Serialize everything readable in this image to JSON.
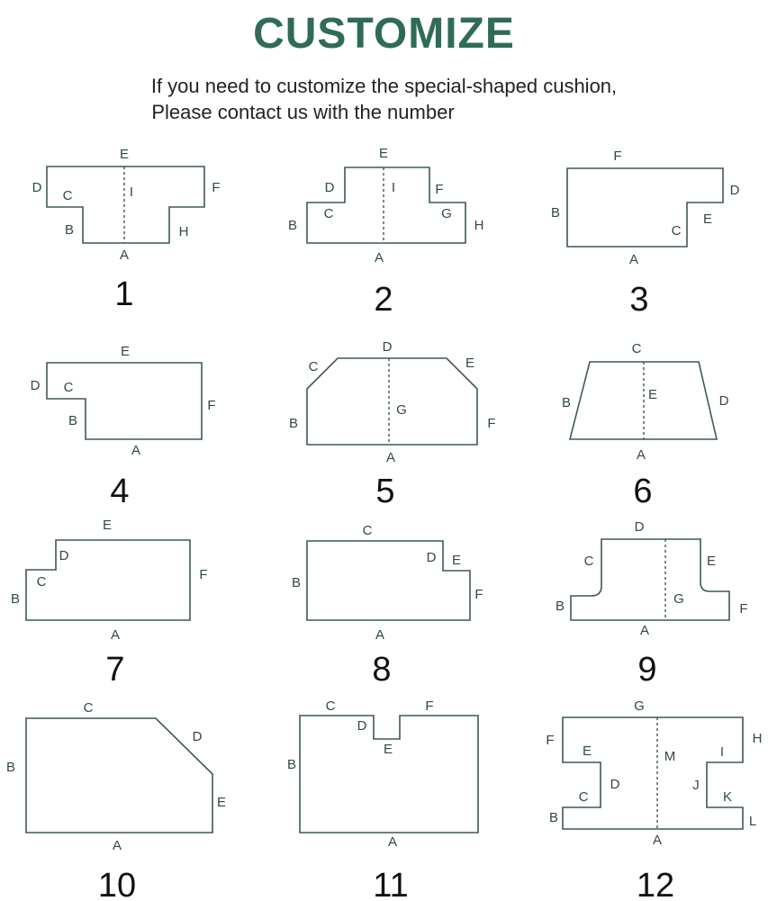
{
  "header": {
    "title": "CUSTOMIZE",
    "line1": "If you need to customize the special-shaped cushion,",
    "line2": "Please contact us with the number"
  },
  "colors": {
    "title": "#2f6b57",
    "outline": "#3e5a4c",
    "label": "#2f4a3d"
  },
  "shapes": [
    {
      "number": "1",
      "letters": [
        "A",
        "B",
        "C",
        "D",
        "E",
        "F",
        "H",
        "I"
      ]
    },
    {
      "number": "2",
      "letters": [
        "A",
        "B",
        "C",
        "D",
        "E",
        "F",
        "G",
        "H",
        "I"
      ]
    },
    {
      "number": "3",
      "letters": [
        "A",
        "B",
        "C",
        "D",
        "E",
        "F"
      ]
    },
    {
      "number": "4",
      "letters": [
        "A",
        "B",
        "C",
        "D",
        "E",
        "F"
      ]
    },
    {
      "number": "5",
      "letters": [
        "A",
        "B",
        "C",
        "D",
        "E",
        "F",
        "G"
      ]
    },
    {
      "number": "6",
      "letters": [
        "A",
        "B",
        "C",
        "D",
        "E"
      ]
    },
    {
      "number": "7",
      "letters": [
        "A",
        "B",
        "C",
        "D",
        "E",
        "F"
      ]
    },
    {
      "number": "8",
      "letters": [
        "A",
        "B",
        "C",
        "D",
        "E",
        "F"
      ]
    },
    {
      "number": "9",
      "letters": [
        "A",
        "B",
        "C",
        "D",
        "E",
        "F",
        "G"
      ]
    },
    {
      "number": "10",
      "letters": [
        "A",
        "B",
        "C",
        "D",
        "E"
      ]
    },
    {
      "number": "11",
      "letters": [
        "A",
        "B",
        "C",
        "D",
        "E",
        "F"
      ]
    },
    {
      "number": "12",
      "letters": [
        "A",
        "B",
        "C",
        "D",
        "E",
        "F",
        "G",
        "H",
        "I",
        "J",
        "K",
        "L",
        "M"
      ]
    }
  ]
}
